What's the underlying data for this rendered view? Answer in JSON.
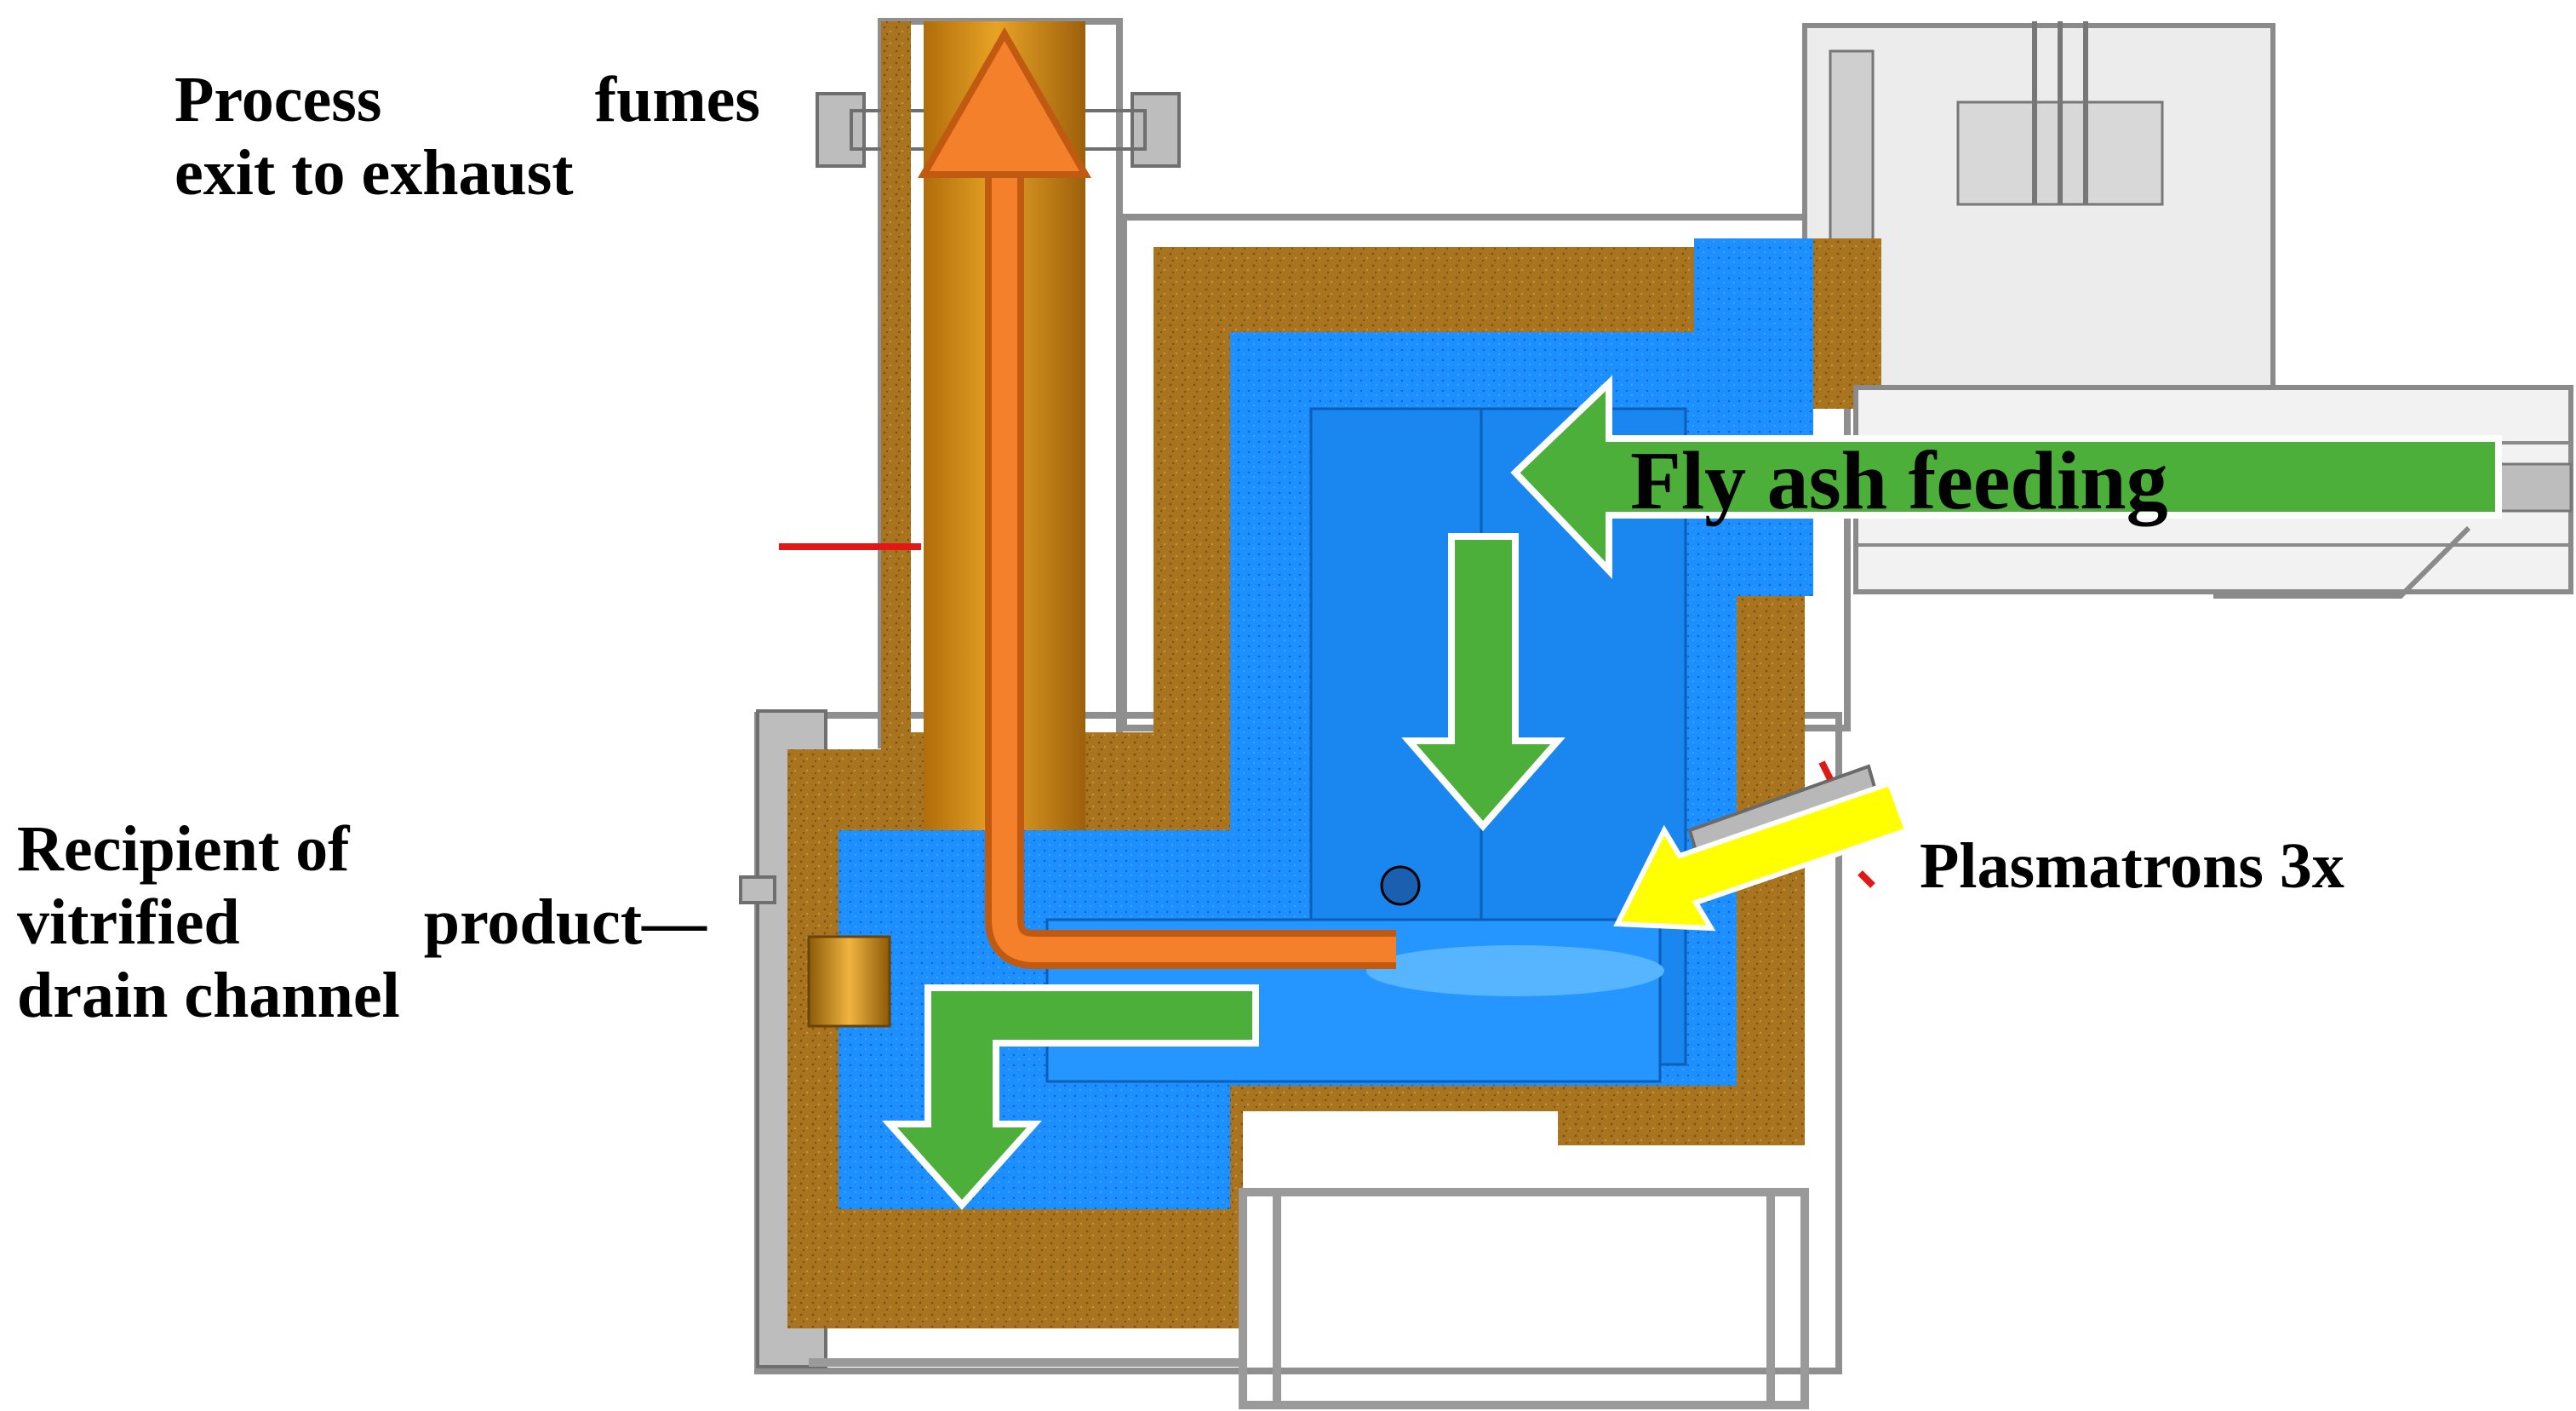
{
  "labels": {
    "fumes_line1_a": "Process",
    "fumes_line1_b": "fumes",
    "fumes_line2": "exit to exhaust",
    "recipient_line1": "Recipient of",
    "recipient_line2_a": "vitrified",
    "recipient_line2_b": "product—",
    "recipient_line3": "drain channel",
    "plasmatrons": "Plasmatrons 3x",
    "fly_ash": "Fly ash feeding"
  },
  "colors": {
    "insulation": "#a8741f",
    "chamber_blue": "#1e90ff",
    "duct_orange": "#d9951c",
    "fume_arrow": "#f57c2a",
    "flow_arrow": "#4caf3a",
    "plasma_arrow": "#ffff00",
    "steel": "#9a9a9a"
  },
  "icons": {
    "fume_arrow": "orange-up-arrow",
    "feed_arrow": "green-left-arrow",
    "melt_arrow": "green-down-arrow",
    "drain_arrow": "green-down-arrow",
    "plasma_arrow": "yellow-diagonal-arrow"
  }
}
